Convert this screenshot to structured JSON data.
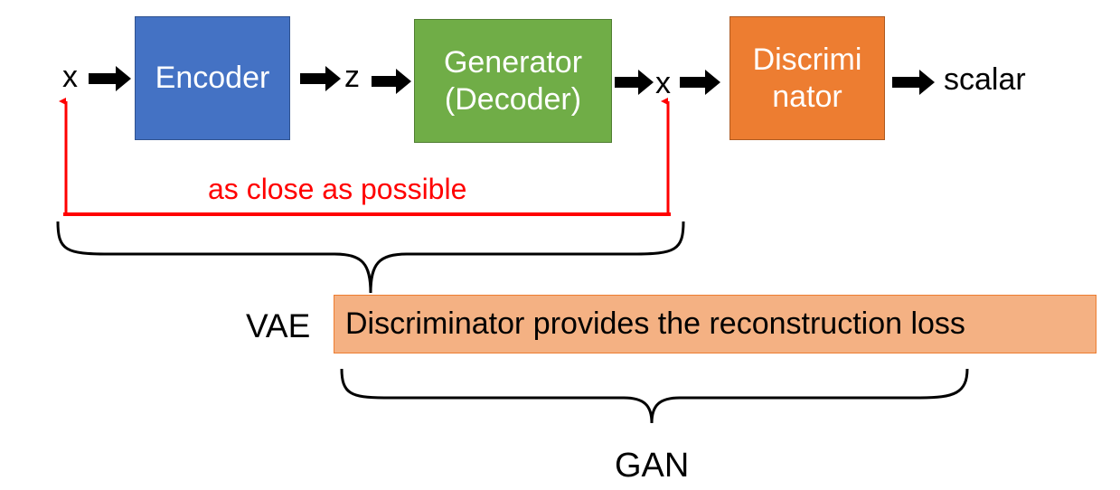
{
  "nodes": {
    "input_x": "x",
    "encoder": "Encoder",
    "latent_z": "z",
    "generator_line1": "Generator",
    "generator_line2": "(Decoder)",
    "output_x": "x",
    "discriminator_line1": "Discrimi",
    "discriminator_line2": "nator",
    "output_scalar": "scalar"
  },
  "annotations": {
    "reconstruction_note": "as close as possible",
    "vae_label": "VAE",
    "gan_label": "GAN",
    "banner": "Discriminator provides the reconstruction loss"
  },
  "colors": {
    "encoder_fill": "#4472C4",
    "generator_fill": "#70AD47",
    "discriminator_fill": "#ED7D31",
    "banner_fill": "#F4B183",
    "reconstruction_line": "#FF0000"
  }
}
